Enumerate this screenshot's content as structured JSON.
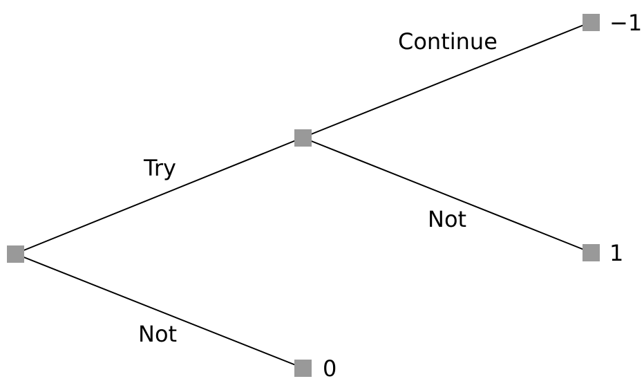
{
  "tree": {
    "edges": {
      "try": "Try",
      "not_root": "Not",
      "continue": "Continue",
      "not_mid": "Not"
    },
    "payoffs": {
      "continue": "−1",
      "not_mid": "1",
      "not_root": "0"
    },
    "colors": {
      "node": "#999999",
      "line": "#000000"
    }
  }
}
